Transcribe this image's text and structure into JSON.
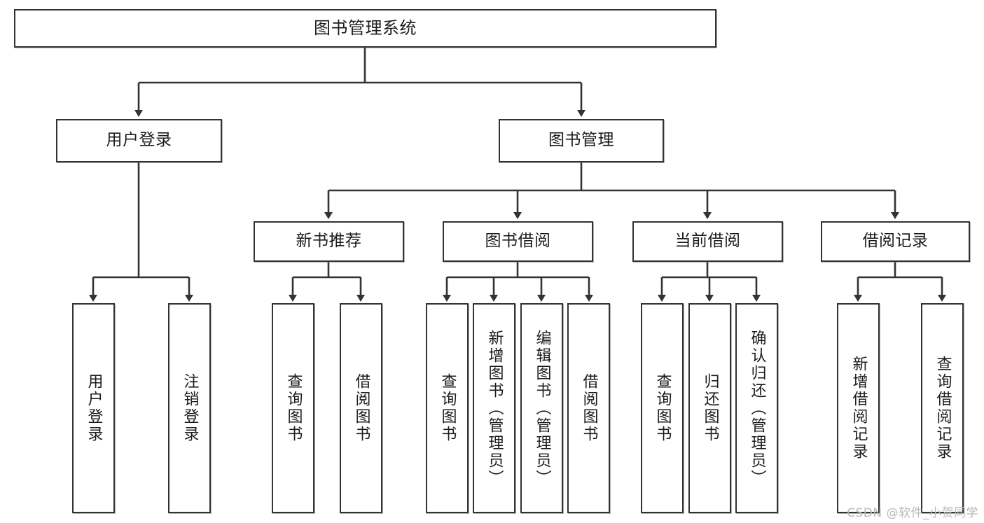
{
  "diagram": {
    "title": "图书管理系统",
    "watermark": "CSDN @软件_小贺同学",
    "colors": {
      "stroke": "#333333",
      "text": "#1c1c1c",
      "background": "#ffffff",
      "watermark": "#b9b9b9"
    },
    "nodes": {
      "root": {
        "label": "图书管理系统"
      },
      "level2": [
        {
          "id": "user-login",
          "label": "用户登录"
        },
        {
          "id": "book-manage",
          "label": "图书管理"
        }
      ],
      "level3": [
        {
          "id": "new-book-recommend",
          "label": "新书推荐"
        },
        {
          "id": "book-borrow",
          "label": "图书借阅"
        },
        {
          "id": "current-borrow",
          "label": "当前借阅"
        },
        {
          "id": "borrow-record",
          "label": "借阅记录"
        }
      ],
      "leaves": {
        "user_login": [
          {
            "id": "leaf-user-login",
            "label": "用户登录"
          },
          {
            "id": "leaf-logout-login",
            "label": "注销登录"
          }
        ],
        "new_book_recommend": [
          {
            "id": "leaf-query-book-1",
            "label": "查询图书"
          },
          {
            "id": "leaf-borrow-book-1",
            "label": "借阅图书"
          }
        ],
        "book_borrow": [
          {
            "id": "leaf-query-book-2",
            "label": "查询图书"
          },
          {
            "id": "leaf-add-book",
            "label": "新增图书（管理员）"
          },
          {
            "id": "leaf-edit-book",
            "label": "编辑图书（管理员）"
          },
          {
            "id": "leaf-borrow-book-2",
            "label": "借阅图书"
          }
        ],
        "current_borrow": [
          {
            "id": "leaf-query-book-3",
            "label": "查询图书"
          },
          {
            "id": "leaf-return-book",
            "label": "归还图书"
          },
          {
            "id": "leaf-confirm-return",
            "label": "确认归还（管理员）"
          }
        ],
        "borrow_record": [
          {
            "id": "leaf-add-record",
            "label": "新增借阅记录"
          },
          {
            "id": "leaf-query-record",
            "label": "查询借阅记录"
          }
        ]
      }
    }
  }
}
